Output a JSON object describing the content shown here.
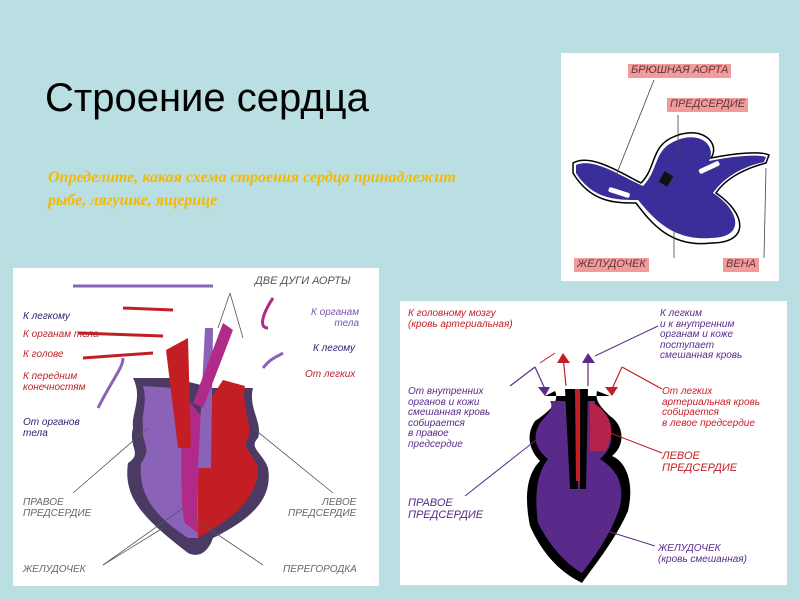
{
  "slide": {
    "title": "Строение сердца",
    "subtitle": "Определите, какая схема строения сердца принадлежит рыбе, лягушке, ящерице",
    "colors": {
      "background": "#b9dfe3",
      "subtitle": "#f5b800",
      "arterial": "#c8161d",
      "venous": "#7b56b0",
      "mixed": "#5a2a8a",
      "fish_heart": "#3a2f9a",
      "label_bg": "#f49a9a"
    }
  },
  "fish_diagram": {
    "labels": {
      "ventral_aorta": "БРЮШНАЯ АОРТА",
      "atrium": "ПРЕДСЕРДИЕ",
      "ventricle": "ЖЕЛУДОЧЕК",
      "vein": "ВЕНА"
    }
  },
  "reptile_diagram": {
    "labels": {
      "two_aortic_arches": "ДВЕ ДУГИ АОРТЫ",
      "to_lung_left": "К легкому",
      "to_body_organs_left": "К органам тела",
      "to_head": "К голове",
      "to_forelimbs": "К передним\nконечностям",
      "from_body_organs": "От органов\nтела",
      "to_body_organs_right": "К органам\nтела",
      "to_lung_right": "К легому",
      "from_lungs": "От легких",
      "right_atrium": "ПРАВОЕ\nПРЕДСЕРДИЕ",
      "left_atrium": "ЛЕВОЕ\nПРЕДСЕРДИЕ",
      "ventricle": "ЖЕЛУДОЧЕК",
      "septum": "ПЕРЕГОРОДКА"
    }
  },
  "frog_diagram": {
    "labels": {
      "to_brain": "К головному мозгу\n(кровь артериальная)",
      "to_lungs_organs": "К легким\nи к внутренним\nорганам и коже\nпоступает\nсмешанная кровь",
      "from_internal": "От внутренних\nорганов и кожи\nсмешанная кровь\nсобирается\nв правое\nпредсердие",
      "from_lungs": "От легких\nартериальная кровь\nсобирается\nв левое предсердие",
      "left_atrium": "ЛЕВОЕ\nПРЕДСЕРДИЕ",
      "right_atrium": "ПРАВОЕ\nПРЕДСЕРДИЕ",
      "ventricle": "ЖЕЛУДОЧЕК\n(кровь смешанная)"
    }
  }
}
